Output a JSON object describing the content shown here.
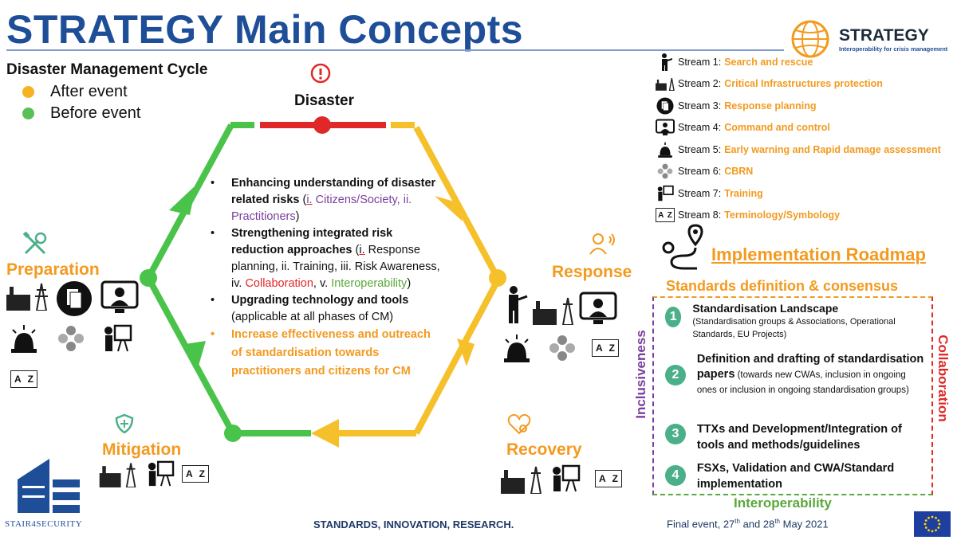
{
  "title": "STRATEGY Main Concepts",
  "brand": {
    "name": "STRATEGY",
    "tagline": "Interoperability for crisis management",
    "orange": "#f39a1f",
    "blue": "#1f4e99"
  },
  "legend": {
    "title": "Disaster Management Cycle",
    "items": [
      {
        "label": "After event",
        "color": "#f5b223"
      },
      {
        "label": "Before event",
        "color": "#5bbf57"
      }
    ]
  },
  "cycle": {
    "disaster": "Disaster",
    "preparation": "Preparation",
    "response": "Response",
    "recovery": "Recovery",
    "mitigation": "Mitigation"
  },
  "bullets": {
    "b1_bold": "Enhancing understanding of disaster related risks",
    "b1_open": " (",
    "b1_i": "i.",
    "b1_rest": " Citizens/Society, ii. Practitioners",
    "b1_close": ")",
    "b2_bold": "Strengthening integrated risk reduction approaches",
    "b2_open": " (",
    "b2_i": "i.",
    "b2_rest": " Response planning, ii. Training, iii. Risk Awareness, iv. ",
    "b2_collab": "Collaboration",
    "b2_mid": ", v. ",
    "b2_interop": "Interoperability",
    "b2_close": ")",
    "b3_bold": "Upgrading technology and tools",
    "b3_rest": " (applicable at all phases of CM)",
    "b4": "Increase effectiveness and outreach of standardisation towards practitioners and citizens for CM"
  },
  "streams": [
    {
      "label": "Stream 1:",
      "value": "Search and rescue",
      "icon": "rescuer-icon"
    },
    {
      "label": "Stream 2:",
      "value": "Critical Infrastructures protection",
      "icon": "factory-icon"
    },
    {
      "label": "Stream 3:",
      "value": "Response planning",
      "icon": "documents-icon"
    },
    {
      "label": "Stream 4:",
      "value": "Command and control",
      "icon": "operator-icon"
    },
    {
      "label": "Stream 5:",
      "value": "Early warning and Rapid damage assessment",
      "icon": "siren-icon"
    },
    {
      "label": "Stream 6:",
      "value": "CBRN",
      "icon": "cbrn-icon"
    },
    {
      "label": "Stream 7:",
      "value": "Training",
      "icon": "trainer-icon"
    },
    {
      "label": "Stream 8:",
      "value": "Terminology/Symbology",
      "icon": "az-icon"
    }
  ],
  "roadmap": {
    "title": "Implementation Roadmap",
    "subtitle": "Standards definition & consensus",
    "left_label": "Inclusiveness",
    "right_label": "Collaboration",
    "bottom_label": "Interoperability",
    "steps": [
      {
        "num": "1",
        "bold": "Standardisation Landscape",
        "rest": "(Standardisation groups & Associations, Operational Standards, EU Projects)"
      },
      {
        "num": "2",
        "bold": "Definition and drafting of standardisation papers",
        "rest": " (towards new CWAs, inclusion in ongoing ones or inclusion in ongoing standardisation groups)"
      },
      {
        "num": "3",
        "bold": "TTXs and Development/Integration of tools and methods/guidelines",
        "rest": ""
      },
      {
        "num": "4",
        "bold": "FSXs, Validation and CWA/Standard implementation",
        "rest": ""
      }
    ]
  },
  "az": {
    "a": "A",
    "z": "Z"
  },
  "footer": {
    "logo": "STAIR4SECURITY",
    "center": "STANDARDS, INNOVATION, RESEARCH.",
    "event_prefix": "Final event, 27",
    "sup1": "th",
    "event_mid": " and 28",
    "sup2": "th",
    "event_suffix": " May 2021"
  }
}
